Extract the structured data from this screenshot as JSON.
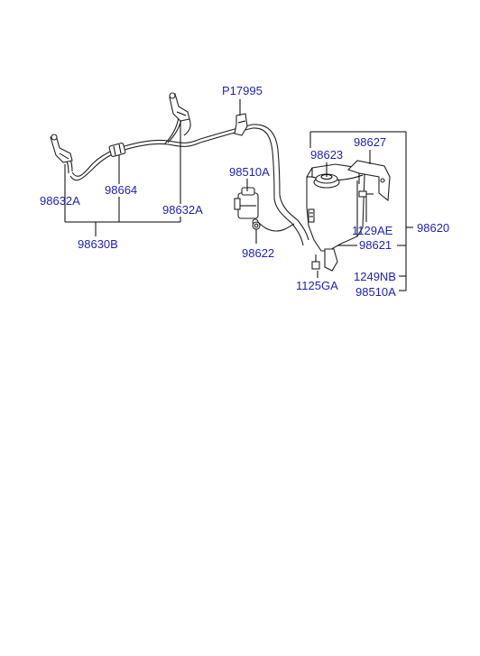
{
  "labels": {
    "p17995": "P17995",
    "n98623": "98623",
    "n98627": "98627",
    "n98510a_top": "98510A",
    "n98632a_left": "98632A",
    "n98664": "98664",
    "n98632a_mid": "98632A",
    "n98630b": "98630B",
    "n98622": "98622",
    "n1129ae": "1129AE",
    "n98620": "98620",
    "n98621": "98621",
    "n1249nb": "1249NB",
    "n1125ga": "1125GA",
    "n98510a_bottom": "98510A"
  },
  "colors": {
    "label": "#1f1fb4",
    "line": "#000000"
  }
}
